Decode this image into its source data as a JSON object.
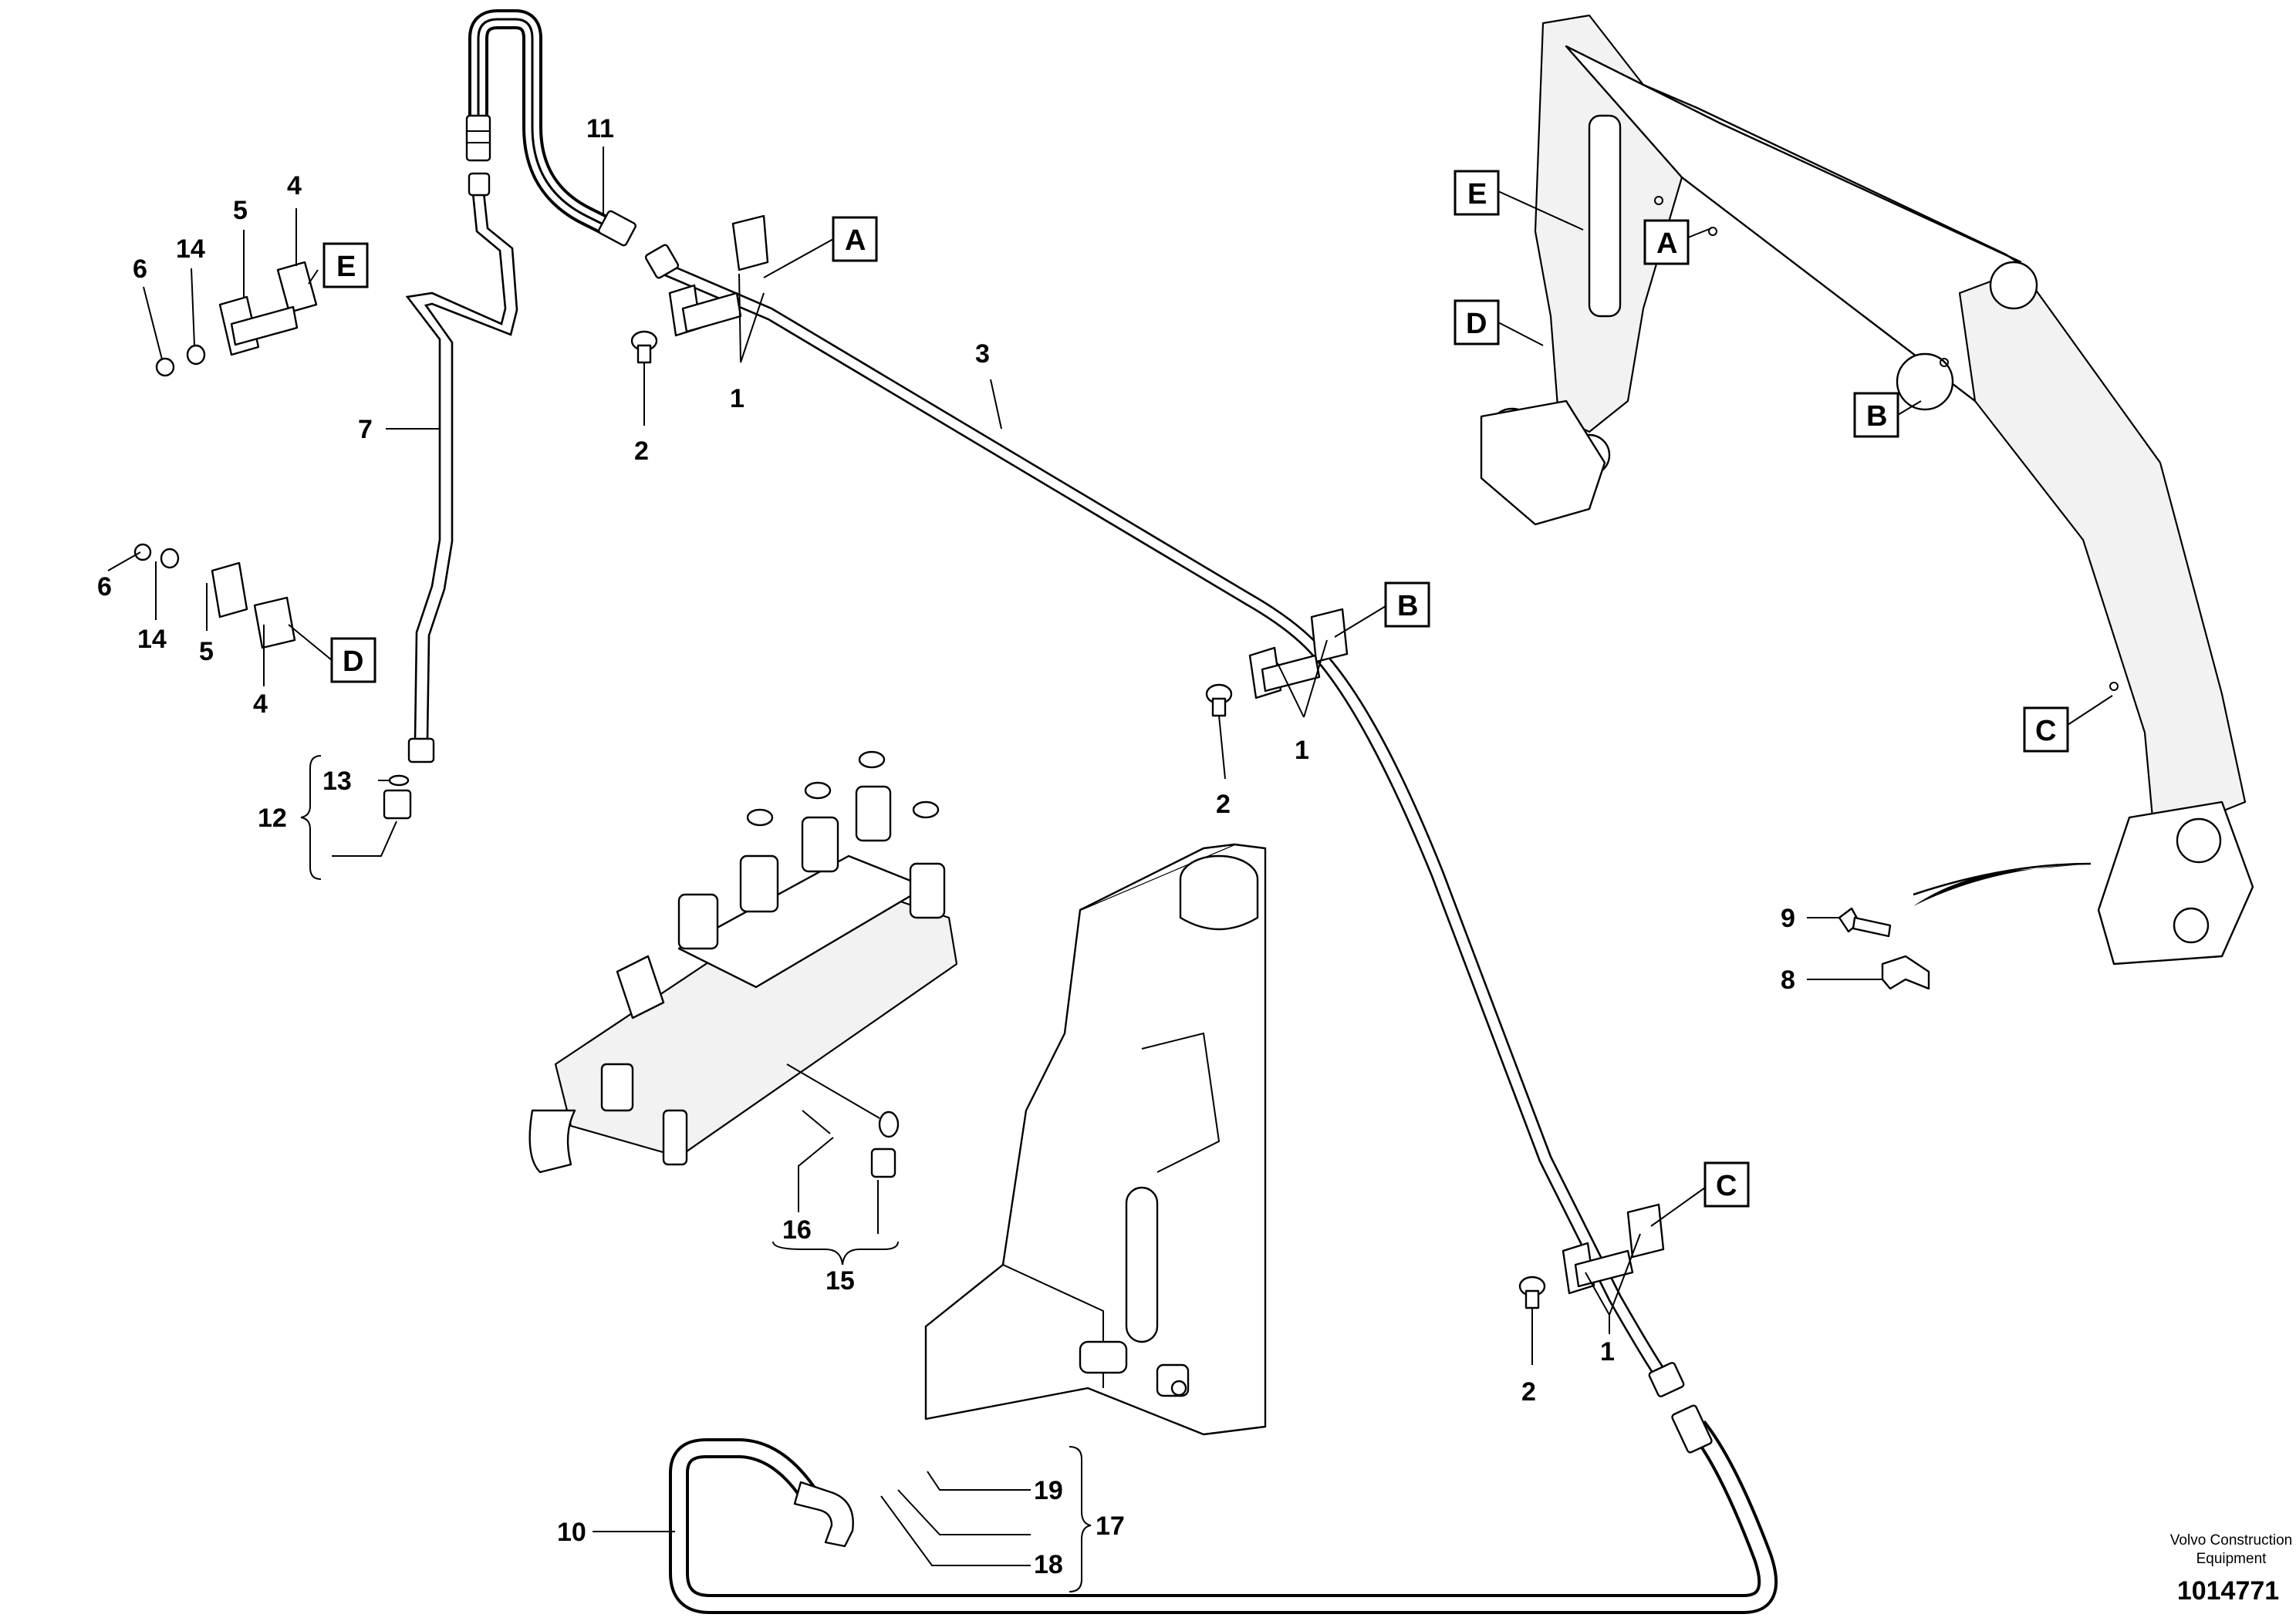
{
  "callouts": {
    "n1a": "1",
    "n1b": "1",
    "n1c": "1",
    "n2a": "2",
    "n2b": "2",
    "n2c": "2",
    "n3": "3",
    "n4a": "4",
    "n4b": "4",
    "n5a": "5",
    "n5b": "5",
    "n6a": "6",
    "n6b": "6",
    "n7": "7",
    "n8": "8",
    "n9": "9",
    "n10": "10",
    "n11": "11",
    "n12": "12",
    "n13": "13",
    "n14a": "14",
    "n14b": "14",
    "n15": "15",
    "n16": "16",
    "n17": "17",
    "n18": "18",
    "n19": "19"
  },
  "refs": {
    "A_top": "A",
    "B_mid": "B",
    "C_low": "C",
    "D_left": "D",
    "E_left": "E",
    "E_boom": "E",
    "A_boom": "A",
    "D_boom": "D",
    "B_boom": "B",
    "C_boom": "C"
  },
  "credit": {
    "line1": "Volvo Construction",
    "line2": "Equipment"
  },
  "doc_number": "1014771"
}
